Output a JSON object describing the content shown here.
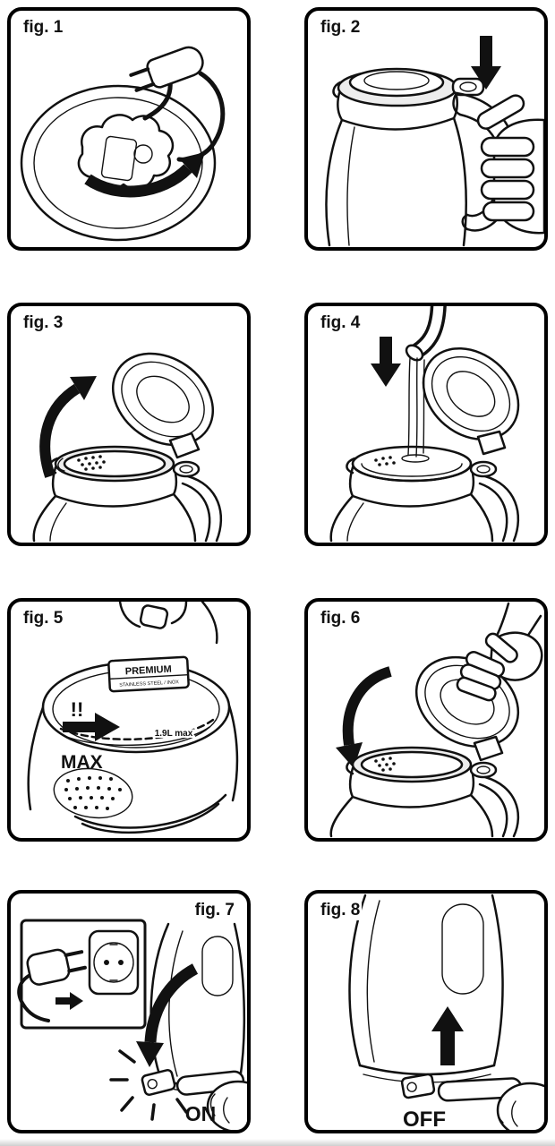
{
  "colors": {
    "ink": "#111111",
    "paper": "#ffffff"
  },
  "figures": [
    {
      "label": "fig. 1"
    },
    {
      "label": "fig. 2"
    },
    {
      "label": "fig. 3"
    },
    {
      "label": "fig. 4"
    },
    {
      "label": "fig. 5",
      "annotations": {
        "alert": "!!",
        "max_label": "MAX",
        "badge_title": "PREMIUM",
        "badge_subtitle": "STAINLESS STEEL / INOX",
        "level_label": "1.9L max"
      }
    },
    {
      "label": "fig. 6"
    },
    {
      "label": "fig. 7",
      "annotations": {
        "switch_label": "ON"
      }
    },
    {
      "label": "fig. 8",
      "annotations": {
        "switch_label": "OFF"
      }
    }
  ]
}
